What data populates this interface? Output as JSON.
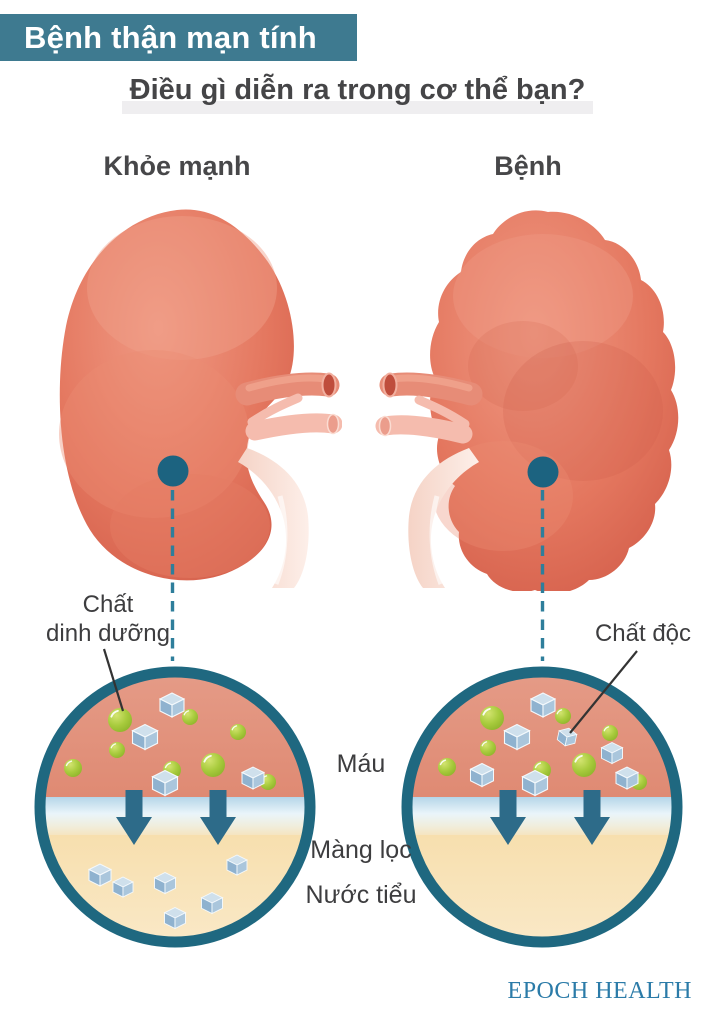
{
  "banner": {
    "title": "Bệnh thận mạn tính"
  },
  "subtitle": "Điều gì diễn ra trong cơ thể bạn?",
  "columns": {
    "healthy": "Khỏe mạnh",
    "diseased": "Bệnh"
  },
  "filtration": {
    "blood": "Máu",
    "membrane": "Màng lọc",
    "urine": "Nước tiểu",
    "nutrients_line1": "Chất",
    "nutrients_line2": "dinh dưỡng",
    "toxins": "Chất độc"
  },
  "footer": {
    "brand": "EPOCH HEALTH"
  },
  "colors": {
    "banner_bg": "#3e7a90",
    "accent_teal": "#1f6880",
    "connector_teal": "#2e7e9b",
    "blood": "#e18e79",
    "membrane_blue": "#b5d5e8",
    "urine_cream": "#f7dfae",
    "nutrient_green": "#9ec531",
    "toxin_blue": "#aac6dc",
    "kidney_red": "#e4775f",
    "arrow_teal": "#2d6b89",
    "footer_blue": "#2b7ba8",
    "text_dark": "#3d3d3f"
  }
}
